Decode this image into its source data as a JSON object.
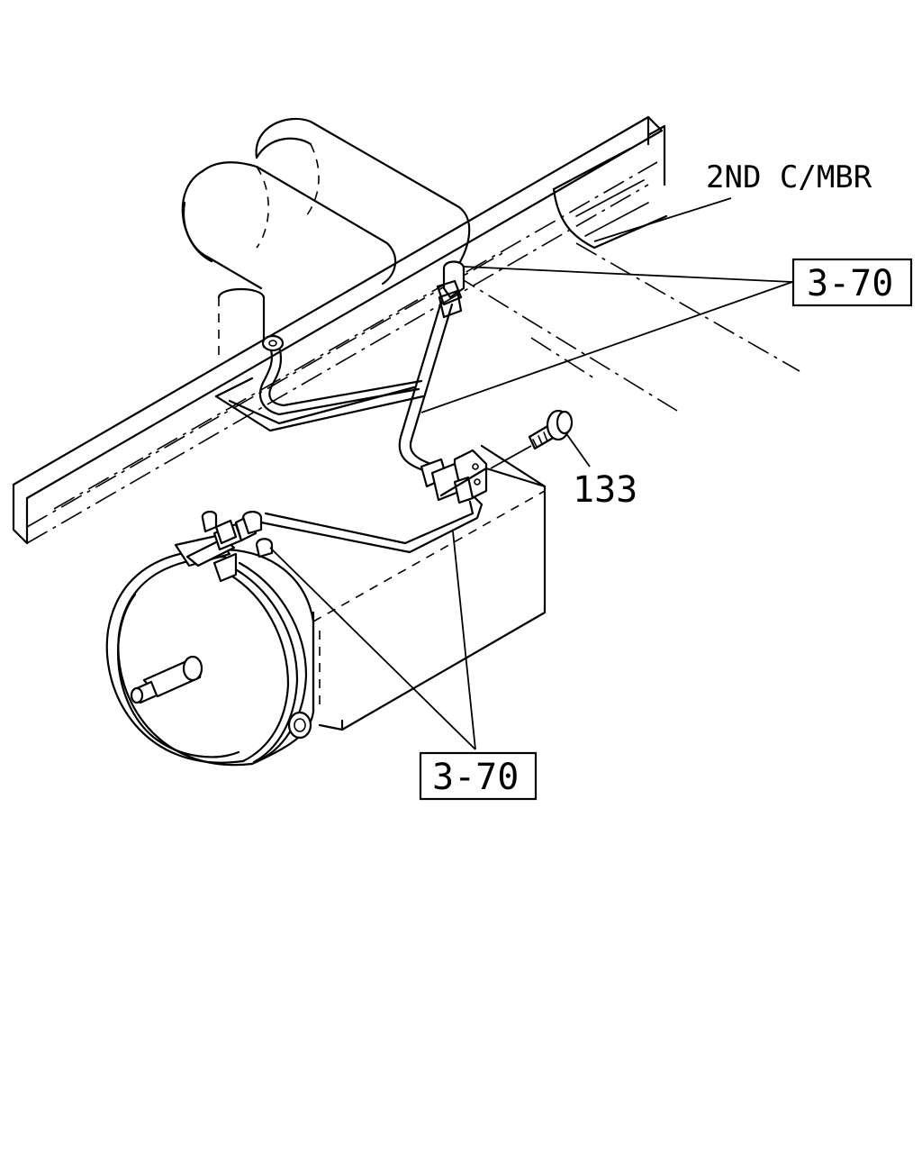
{
  "labels": {
    "member": "2ND C/MBR",
    "ref_top": "3-70",
    "ref_bottom": "3-70",
    "part_bolt": "133"
  }
}
